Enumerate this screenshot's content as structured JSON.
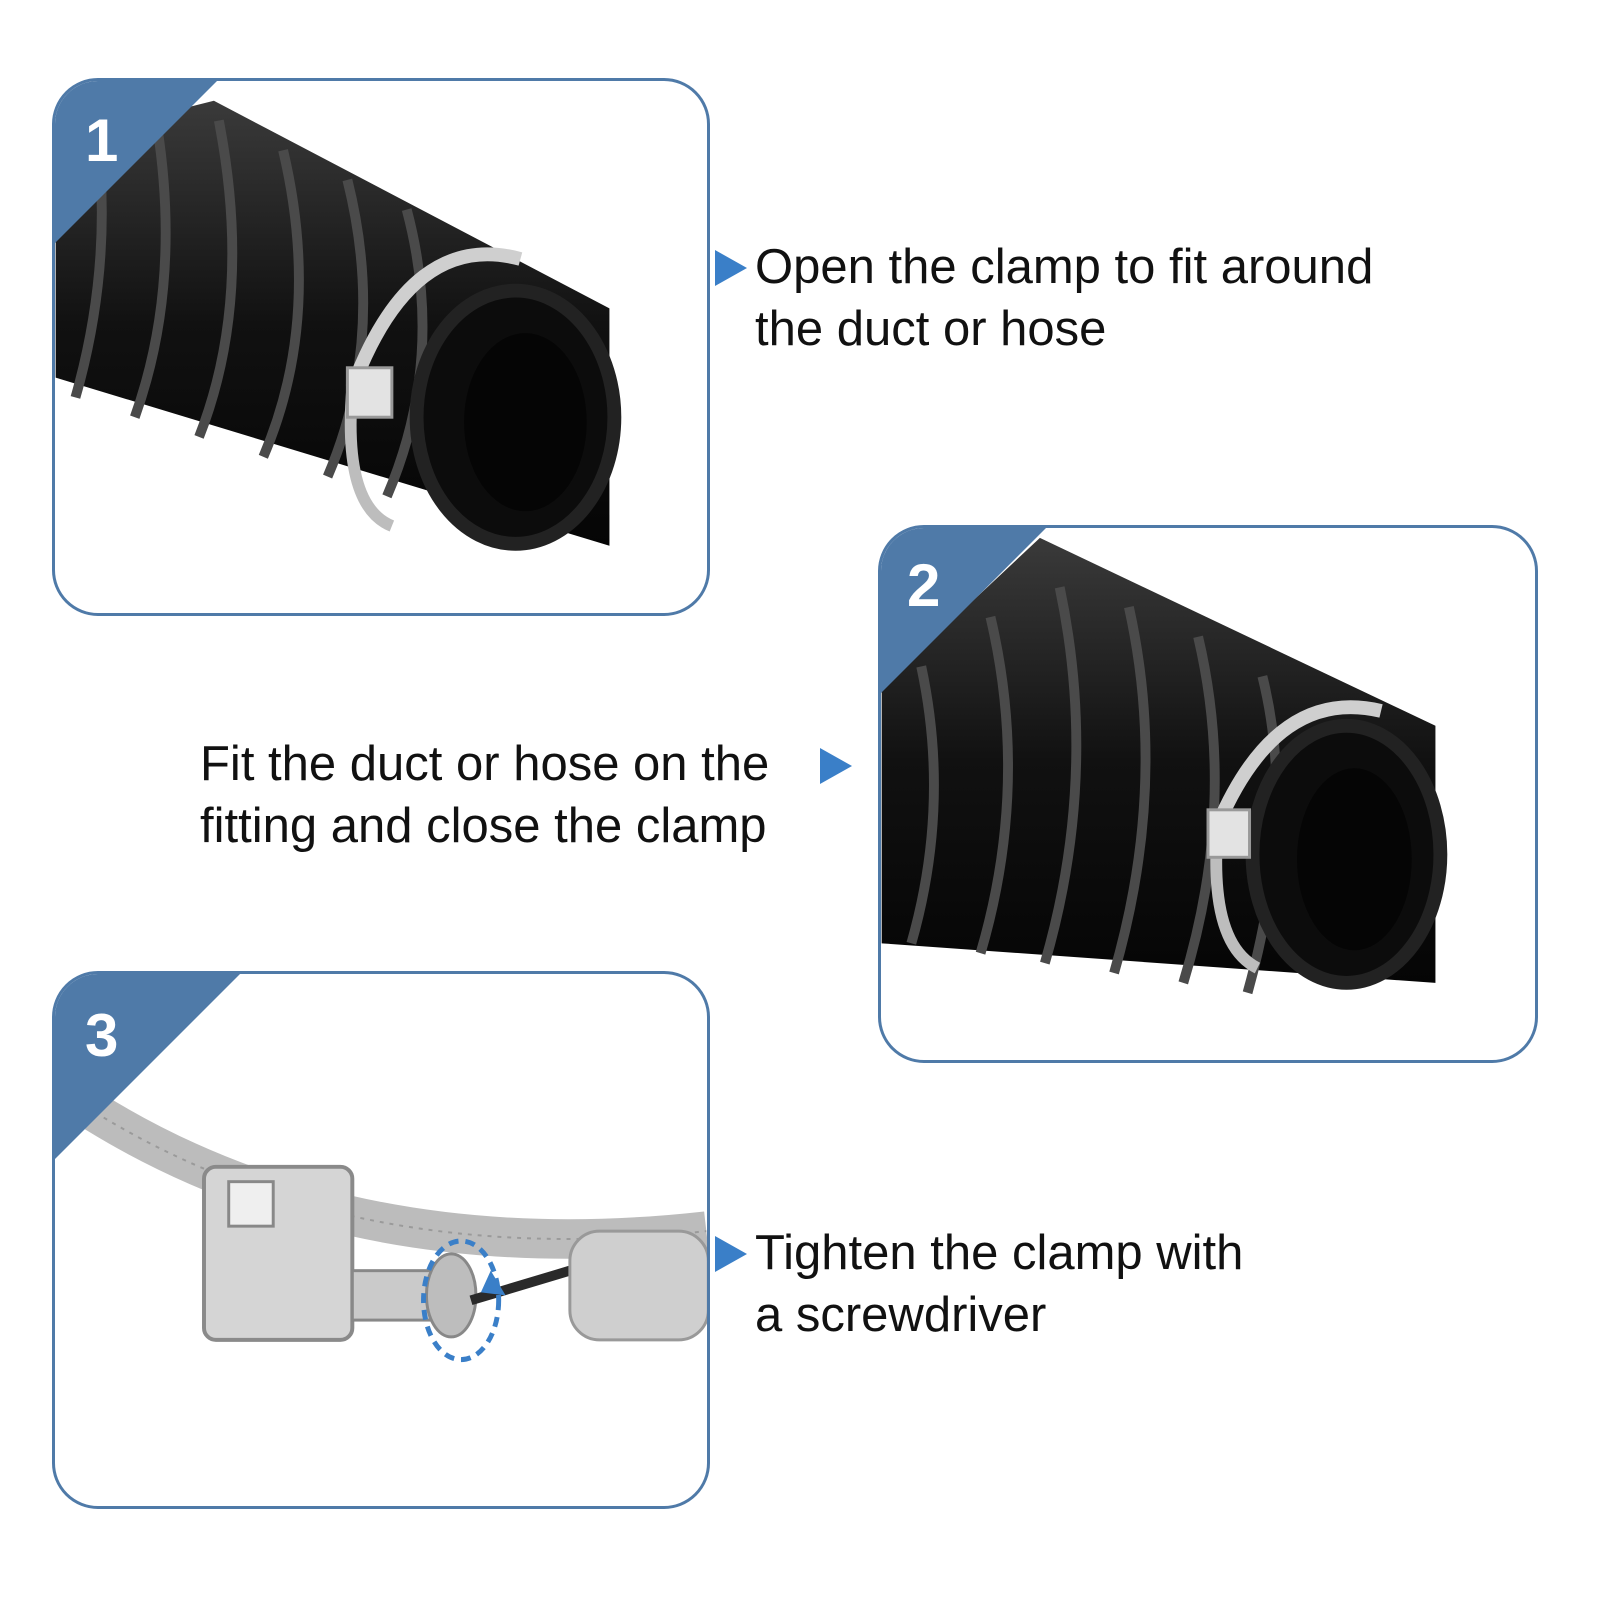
{
  "steps": [
    {
      "number": "1",
      "text_line1": "Open the clamp to fit around",
      "text_line2": "the duct or hose"
    },
    {
      "number": "2",
      "text_line1": "Fit the duct or hose on the",
      "text_line2": "fitting and close the clamp"
    },
    {
      "number": "3",
      "text_line1": "Tighten the clamp with",
      "text_line2": "a screwdriver"
    }
  ],
  "colors": {
    "badge": "#4f7aa8",
    "arrow": "#3a7fc8",
    "hose": "#1a1a1a",
    "clamp": "#c9c9c9"
  }
}
